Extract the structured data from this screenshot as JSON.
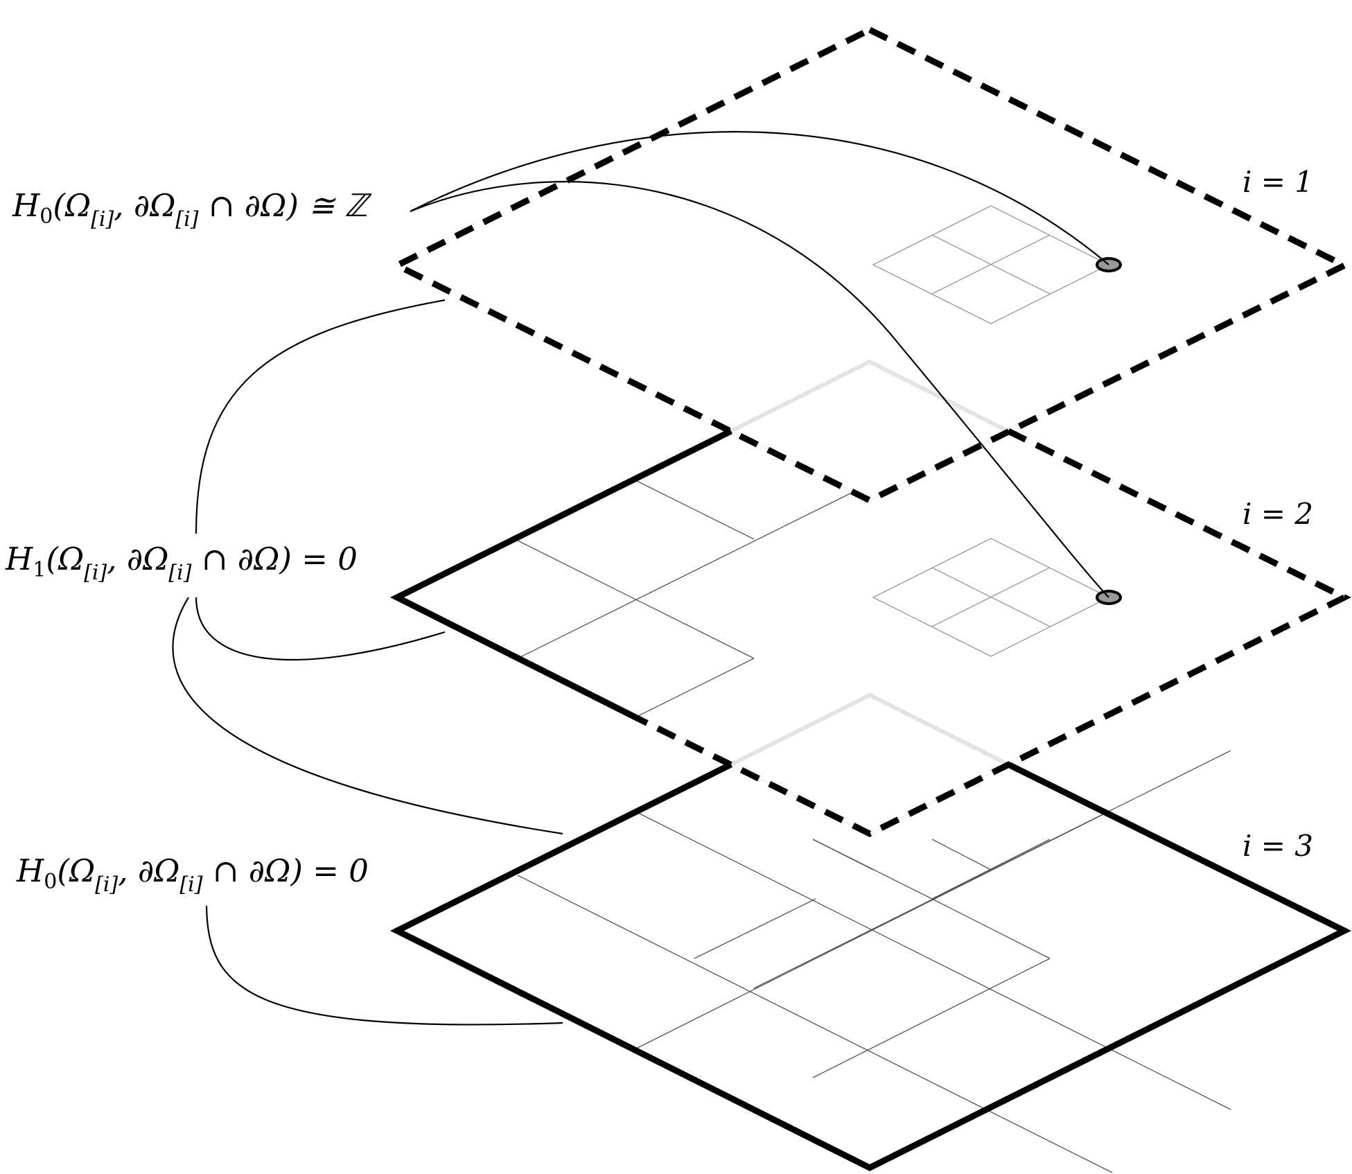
{
  "figure": {
    "layers": [
      {
        "name": "i = 1",
        "label": "i = 1",
        "boundary": "dashed"
      },
      {
        "name": "i = 2",
        "label": "i = 2",
        "boundary": "mixed"
      },
      {
        "name": "i = 3",
        "label": "i = 3",
        "boundary": "solid"
      }
    ],
    "annotations": [
      {
        "name": "h0-z",
        "parts": [
          "H",
          "0",
          "(Ω",
          "[i]",
          ", ∂Ω",
          "[i]",
          " ∩ ∂Ω) ≅ ℤ"
        ]
      },
      {
        "name": "h1-zero",
        "parts": [
          "H",
          "1",
          "(Ω",
          "[i]",
          ", ∂Ω",
          "[i]",
          " ∩ ∂Ω) = 0"
        ]
      },
      {
        "name": "h0-zero",
        "parts": [
          "H",
          "0",
          "(Ω",
          "[i]",
          ", ∂Ω",
          "[i]",
          " ∩ ∂Ω) = 0"
        ]
      }
    ],
    "colors": {
      "ink": "#000000",
      "ghost": "#e3e3e3",
      "node_fill": "#999999"
    }
  }
}
